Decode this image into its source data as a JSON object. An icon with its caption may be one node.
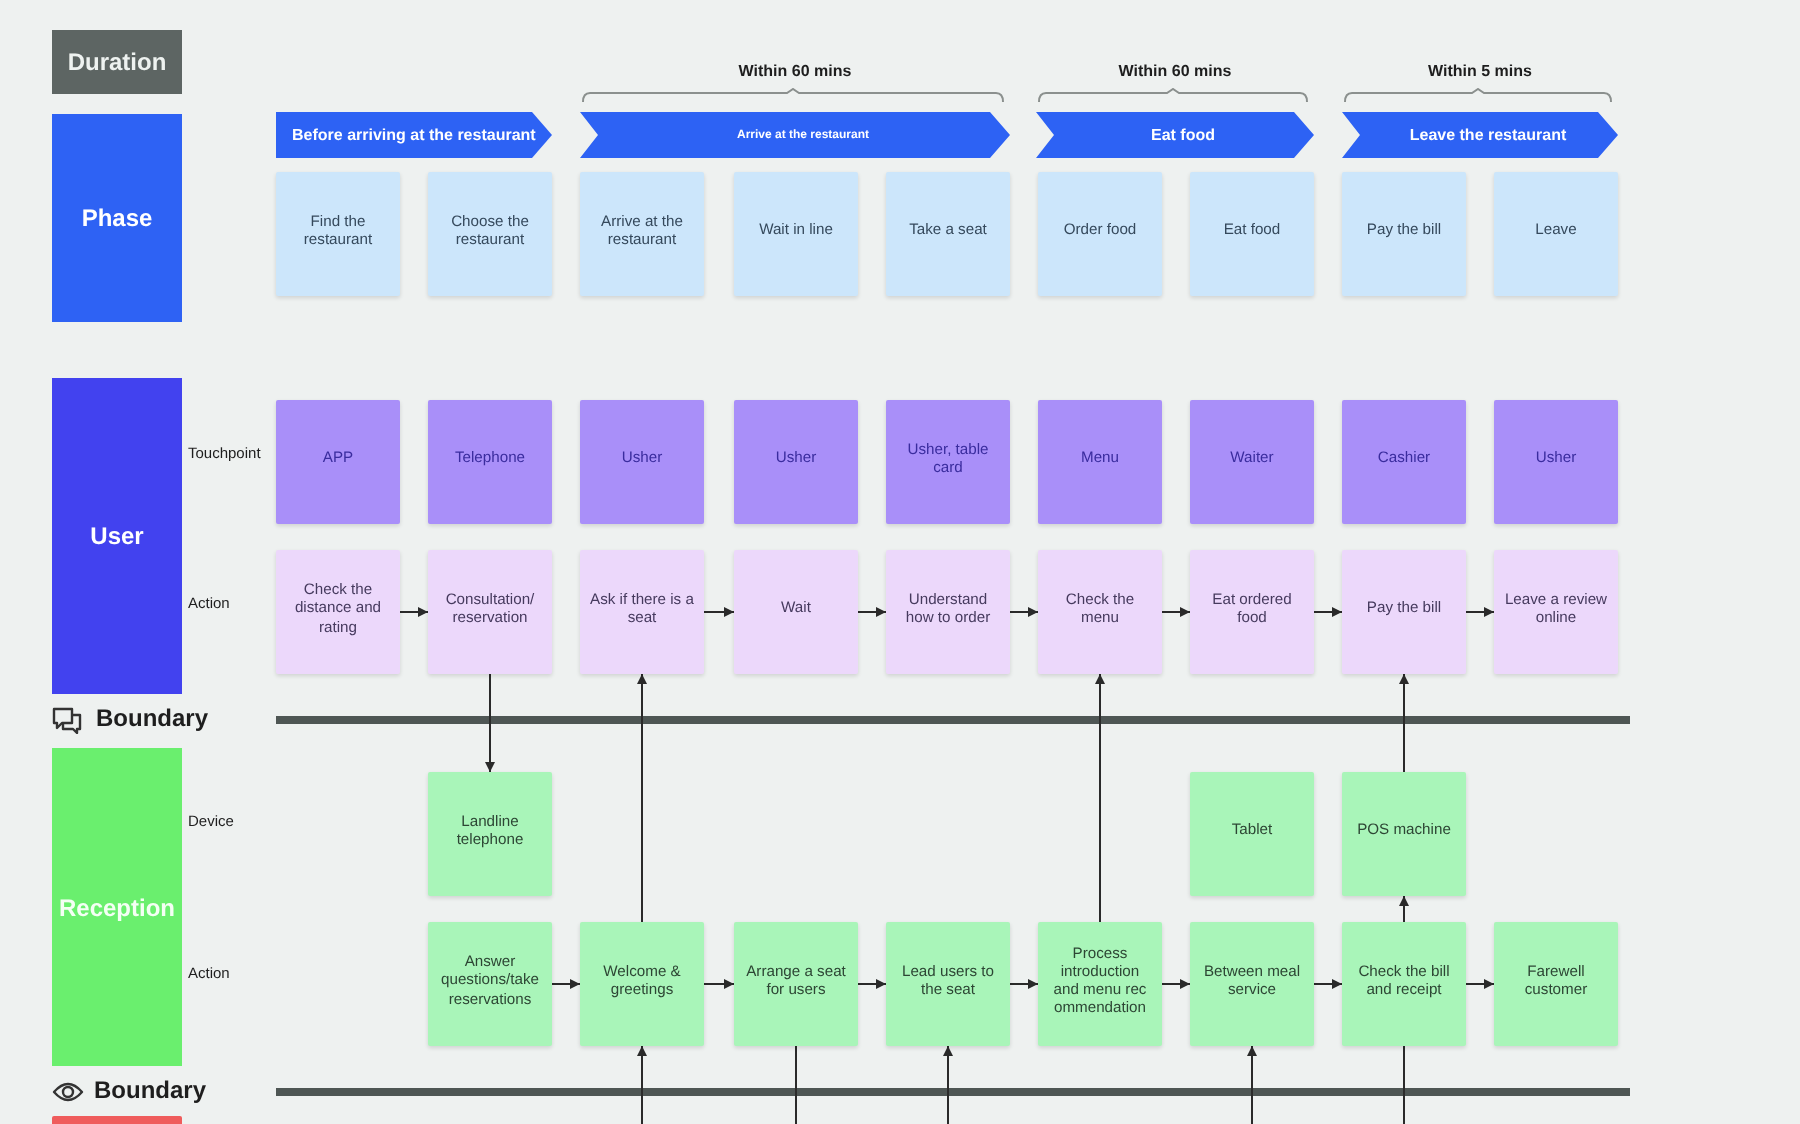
{
  "diagram": {
    "nodes": [
      {
        "text": [
          "Duration"
        ]
      },
      {
        "text": [
          "Phase"
        ]
      },
      {
        "text": [
          "Before arriving at the restaurant"
        ]
      },
      {
        "text": [
          "Arrive at the restaurant"
        ],
        "beside": [
          "Within 60 mins"
        ]
      },
      {
        "text": [
          "Eat food"
        ],
        "beside": [
          "Within 60 mins"
        ]
      },
      {
        "text": [
          "Leave the restaurant"
        ],
        "beside": [
          "Within 5 mins"
        ]
      },
      {
        "text": [
          "Find the restaurant"
        ]
      },
      {
        "text": [
          "Choose the restaurant"
        ]
      },
      {
        "text": [
          "Arrive at the restaurant"
        ]
      },
      {
        "text": [
          "Wait in line"
        ]
      },
      {
        "text": [
          "Take a seat"
        ]
      },
      {
        "text": [
          "Order food"
        ]
      },
      {
        "text": [
          "Eat food"
        ]
      },
      {
        "text": [
          "Pay the bill"
        ]
      },
      {
        "text": [
          "Leave"
        ]
      },
      {
        "text": [
          "User"
        ]
      },
      {
        "text": [
          "APP"
        ]
      },
      {
        "text": [
          "Telephone"
        ]
      },
      {
        "text": [
          "Usher"
        ]
      },
      {
        "text": [
          "Usher"
        ]
      },
      {
        "text": [
          "Usher, table card"
        ]
      },
      {
        "text": [
          "Menu"
        ]
      },
      {
        "text": [
          "Waiter"
        ]
      },
      {
        "text": [
          "Cashier"
        ]
      },
      {
        "text": [
          "Usher"
        ]
      },
      {
        "text": [
          "Check the distance and rating"
        ]
      },
      {
        "text": [
          "Consultation/ reservation"
        ]
      },
      {
        "text": [
          "Ask if there is a seat"
        ]
      },
      {
        "text": [
          "Wait"
        ]
      },
      {
        "text": [
          "Understand how to order"
        ]
      },
      {
        "text": [
          "Check the menu"
        ]
      },
      {
        "text": [
          "Eat ordered food"
        ]
      },
      {
        "text": [
          "Pay the bill"
        ]
      },
      {
        "text": [
          "Leave a review online"
        ]
      },
      {
        "text": [
          "Reception"
        ]
      },
      {
        "text": [
          "Landline telephone"
        ]
      },
      {
        "text": [
          "Tablet"
        ]
      },
      {
        "text": [
          "POS machine"
        ]
      },
      {
        "text": [
          "Answer questions/take reservations"
        ]
      },
      {
        "text": [
          "Welcome & greetings"
        ]
      },
      {
        "text": [
          "Arrange a seat for users"
        ]
      },
      {
        "text": [
          "Lead users to the seat"
        ]
      },
      {
        "text": [
          "Process introduction and menu rec ommendation"
        ]
      },
      {
        "text": [
          "Between meal service"
        ]
      },
      {
        "text": [
          "Check the bill and receipt"
        ]
      },
      {
        "text": [
          "Farewell customer"
        ]
      },
      {
        "text": [],
        "shape": "box"
      }
    ],
    "edges": [
      {
        "from": 25,
        "to": 26,
        "arrow": "to"
      },
      {
        "from": 27,
        "to": 28,
        "arrow": "to"
      },
      {
        "from": 28,
        "to": 29,
        "arrow": "to"
      },
      {
        "from": 29,
        "to": 30,
        "arrow": "to"
      },
      {
        "from": 30,
        "to": 31,
        "arrow": "to"
      },
      {
        "from": 31,
        "to": 32,
        "arrow": "to"
      },
      {
        "from": 32,
        "to": 33,
        "arrow": "to"
      },
      {
        "from": 26,
        "to": 35,
        "arrow": "to"
      },
      {
        "from": 39,
        "to": 27,
        "arrow": "to"
      },
      {
        "from": 42,
        "to": 30,
        "arrow": "to"
      },
      {
        "from": 44,
        "to": 37,
        "arrow": "to"
      },
      {
        "from": 37,
        "to": 32,
        "arrow": "to"
      },
      {
        "from": 38,
        "to": 39,
        "arrow": "to"
      },
      {
        "from": 39,
        "to": 40,
        "arrow": "to"
      },
      {
        "from": 40,
        "to": 41,
        "arrow": "to"
      },
      {
        "from": 41,
        "to": 42,
        "arrow": "to"
      },
      {
        "from": 42,
        "to": 43,
        "arrow": "to"
      },
      {
        "from": 43,
        "to": 44,
        "arrow": "to"
      },
      {
        "from": 44,
        "to": 45,
        "arrow": "to"
      },
      {
        "from": null,
        "to": 39,
        "arrow": "to"
      },
      {
        "from": 40,
        "to": null,
        "arrow": "none"
      },
      {
        "from": null,
        "to": 41,
        "arrow": "to"
      },
      {
        "from": null,
        "to": 43,
        "arrow": "to"
      },
      {
        "from": 44,
        "to": null,
        "arrow": "none"
      }
    ],
    "labels": [
      "Touchpoint",
      "Action",
      "Boundary",
      "Device",
      "Action",
      "Boundary"
    ]
  }
}
